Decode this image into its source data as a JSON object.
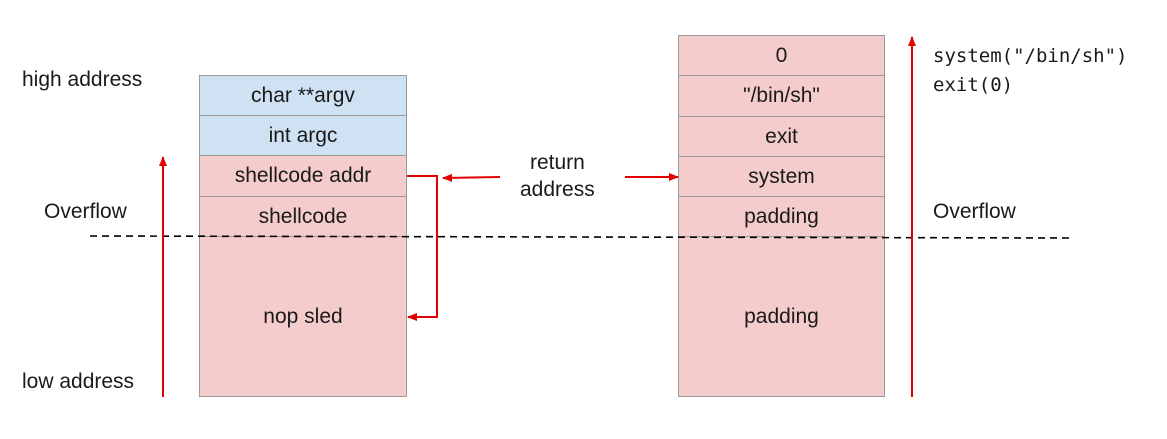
{
  "labels": {
    "high_address": "high address",
    "low_address": "low address",
    "overflow_left": "Overflow",
    "overflow_right": "Overflow",
    "return_line1": "return",
    "return_line2": "address"
  },
  "left_stack": {
    "cells": [
      "char **argv",
      "int argc",
      "shellcode addr",
      "shellcode",
      "nop sled"
    ]
  },
  "right_stack": {
    "cells": [
      "0",
      "\"/bin/sh\"",
      "exit",
      "system",
      "padding",
      "padding"
    ]
  },
  "code": {
    "line1": "system(\"/bin/sh\")",
    "line2": "exit(0)"
  },
  "colors": {
    "blue": "#cfe2f3",
    "pink": "#f4cccc",
    "arrow": "#e00000",
    "border": "#9a9a9a"
  }
}
